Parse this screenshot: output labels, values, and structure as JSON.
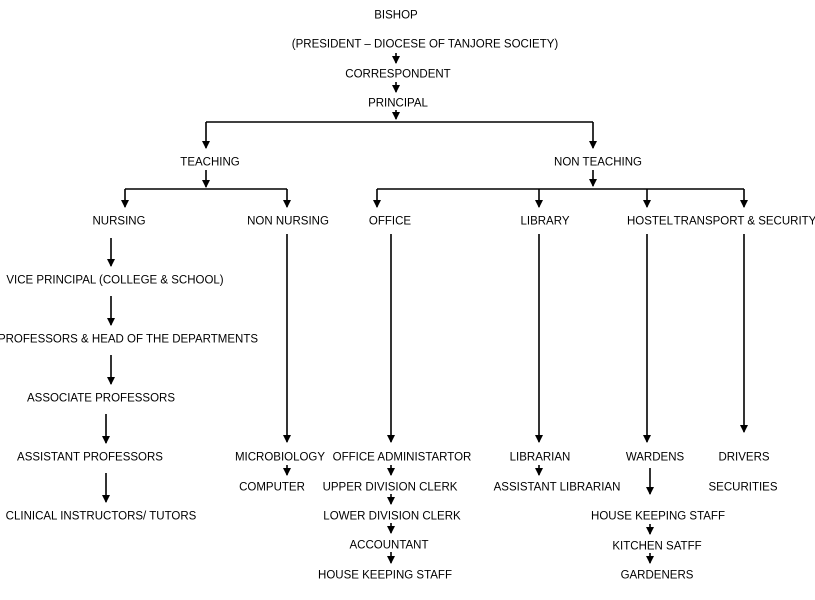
{
  "nodes": {
    "bishop": "BISHOP",
    "president": "(PRESIDENT – DIOCESE OF TANJORE SOCIETY)",
    "correspondent": "CORRESPONDENT",
    "principal": "PRINCIPAL",
    "teaching": "TEACHING",
    "non_teaching": "NON TEACHING",
    "nursing": "NURSING",
    "non_nursing": "NON NURSING",
    "office": "OFFICE",
    "library": "LIBRARY",
    "hostel": "HOSTEL",
    "transport_security": "TRANSPORT & SECURITY",
    "vice_principal": "VICE PRINCIPAL (COLLEGE & SCHOOL)",
    "professors_hod": "PROFESSORS & HEAD OF THE DEPARTMENTS",
    "associate_professors": "ASSOCIATE PROFESSORS",
    "assistant_professors": "ASSISTANT PROFESSORS",
    "clinical_instructors": "CLINICAL INSTRUCTORS/ TUTORS",
    "microbiology": "MICROBIOLOGY",
    "computer": "COMPUTER",
    "office_administrator": "OFFICE ADMINISTARTOR",
    "upper_division_clerk": "UPPER DIVISION CLERK",
    "lower_division_clerk": "LOWER DIVISION CLERK",
    "accountant": "ACCOUNTANT",
    "house_keeping_staff_office": "HOUSE KEEPING STAFF",
    "librarian": "LIBRARIAN",
    "assistant_librarian": "ASSISTANT LIBRARIAN",
    "wardens": "WARDENS",
    "house_keeping_staff_hostel": "HOUSE KEEPING STAFF",
    "kitchen_staff": "KITCHEN SATFF",
    "gardeners": "GARDENERS",
    "drivers": "DRIVERS",
    "securities": "SECURITIES"
  },
  "colors": {
    "text": "#000000",
    "lines": "#000000",
    "background": "#ffffff"
  }
}
